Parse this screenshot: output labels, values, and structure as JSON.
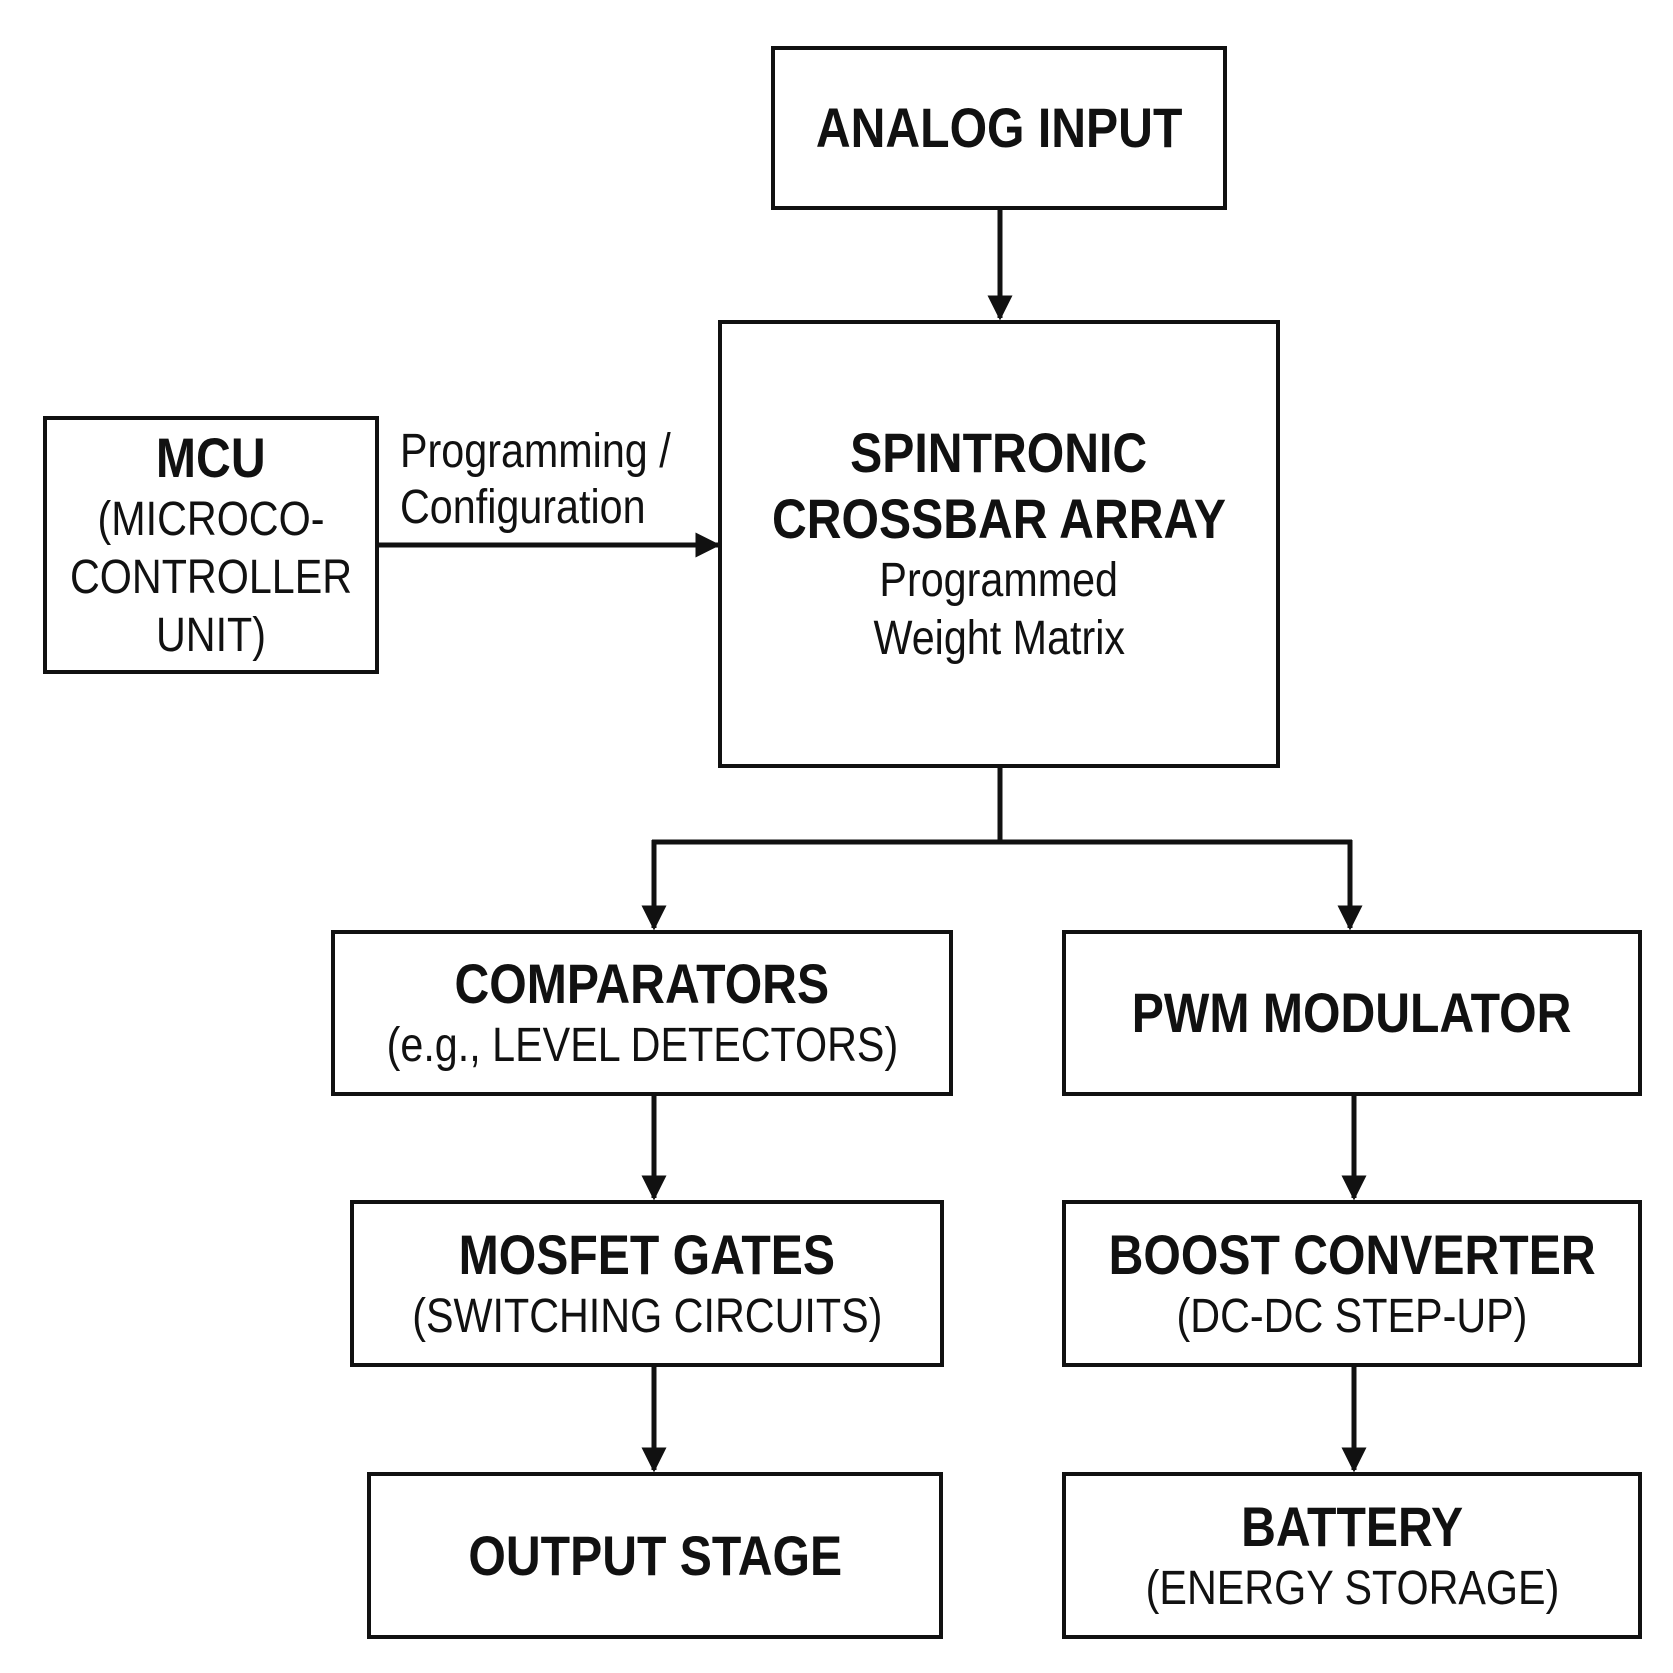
{
  "nodes": {
    "analog_input": {
      "title": "ANALOG INPUT"
    },
    "mcu": {
      "title": "MCU",
      "subtitle_lines": [
        "(MICROCO-",
        "CONTROLLER",
        "UNIT)"
      ]
    },
    "crossbar": {
      "title_lines": [
        "SPINTRONIC",
        "CROSSBAR ARRAY"
      ],
      "subtitle_lines": [
        "Programmed",
        "Weight Matrix"
      ]
    },
    "comparators": {
      "title": "COMPARATORS",
      "subtitle": "(e.g., LEVEL DETECTORS)"
    },
    "pwm": {
      "title": "PWM MODULATOR"
    },
    "mosfet": {
      "title": "MOSFET GATES",
      "subtitle": "(SWITCHING CIRCUITS)"
    },
    "boost": {
      "title": "BOOST CONVERTER",
      "subtitle": "(DC-DC STEP-UP)"
    },
    "output": {
      "title": "OUTPUT STAGE"
    },
    "battery": {
      "title": "BATTERY",
      "subtitle": "(ENERGY STORAGE)"
    }
  },
  "edges": {
    "mcu_to_crossbar": {
      "label_lines": [
        "Programming /",
        "Configuration"
      ]
    }
  },
  "colors": {
    "stroke": "#111111",
    "background": "#ffffff"
  }
}
